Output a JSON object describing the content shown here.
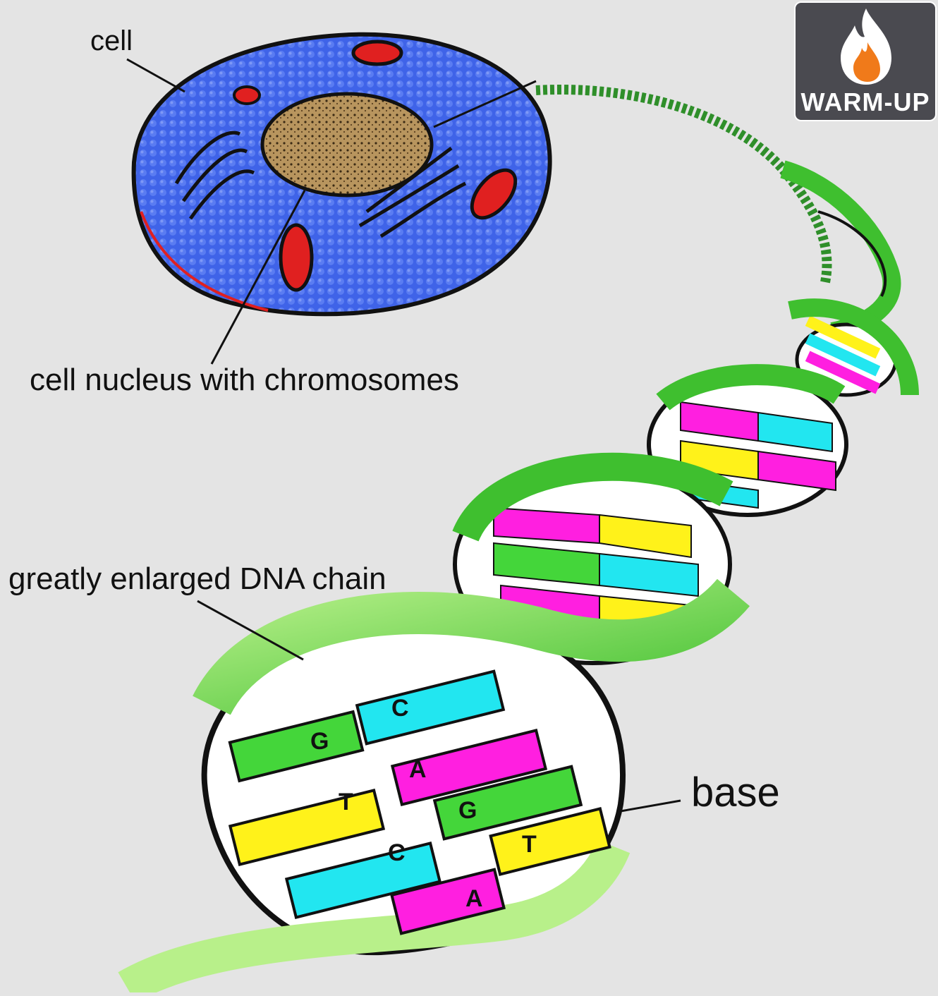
{
  "labels": {
    "cell": "cell",
    "nucleus": "cell nucleus with chromosomes",
    "dna_chain": "greatly enlarged DNA chain",
    "base": "base"
  },
  "badge": {
    "text": "WARM-UP",
    "icon": "flame-icon",
    "background": "#4a4a50",
    "flame_color": "#f07a1a"
  },
  "base_letters": [
    "G",
    "C",
    "A",
    "T",
    "G",
    "T",
    "C",
    "A"
  ],
  "colors": {
    "background": "#e4e4e4",
    "cytoplasm": "#3f63e8",
    "nucleus": "#b8955e",
    "organelle": "#e02020",
    "helix_green": "#3fbf2f",
    "helix_light": "#7fe060",
    "base_cyan": "#22e6f0",
    "base_magenta": "#ff1fe0",
    "base_yellow": "#fff21a",
    "base_green": "#44d63a"
  }
}
